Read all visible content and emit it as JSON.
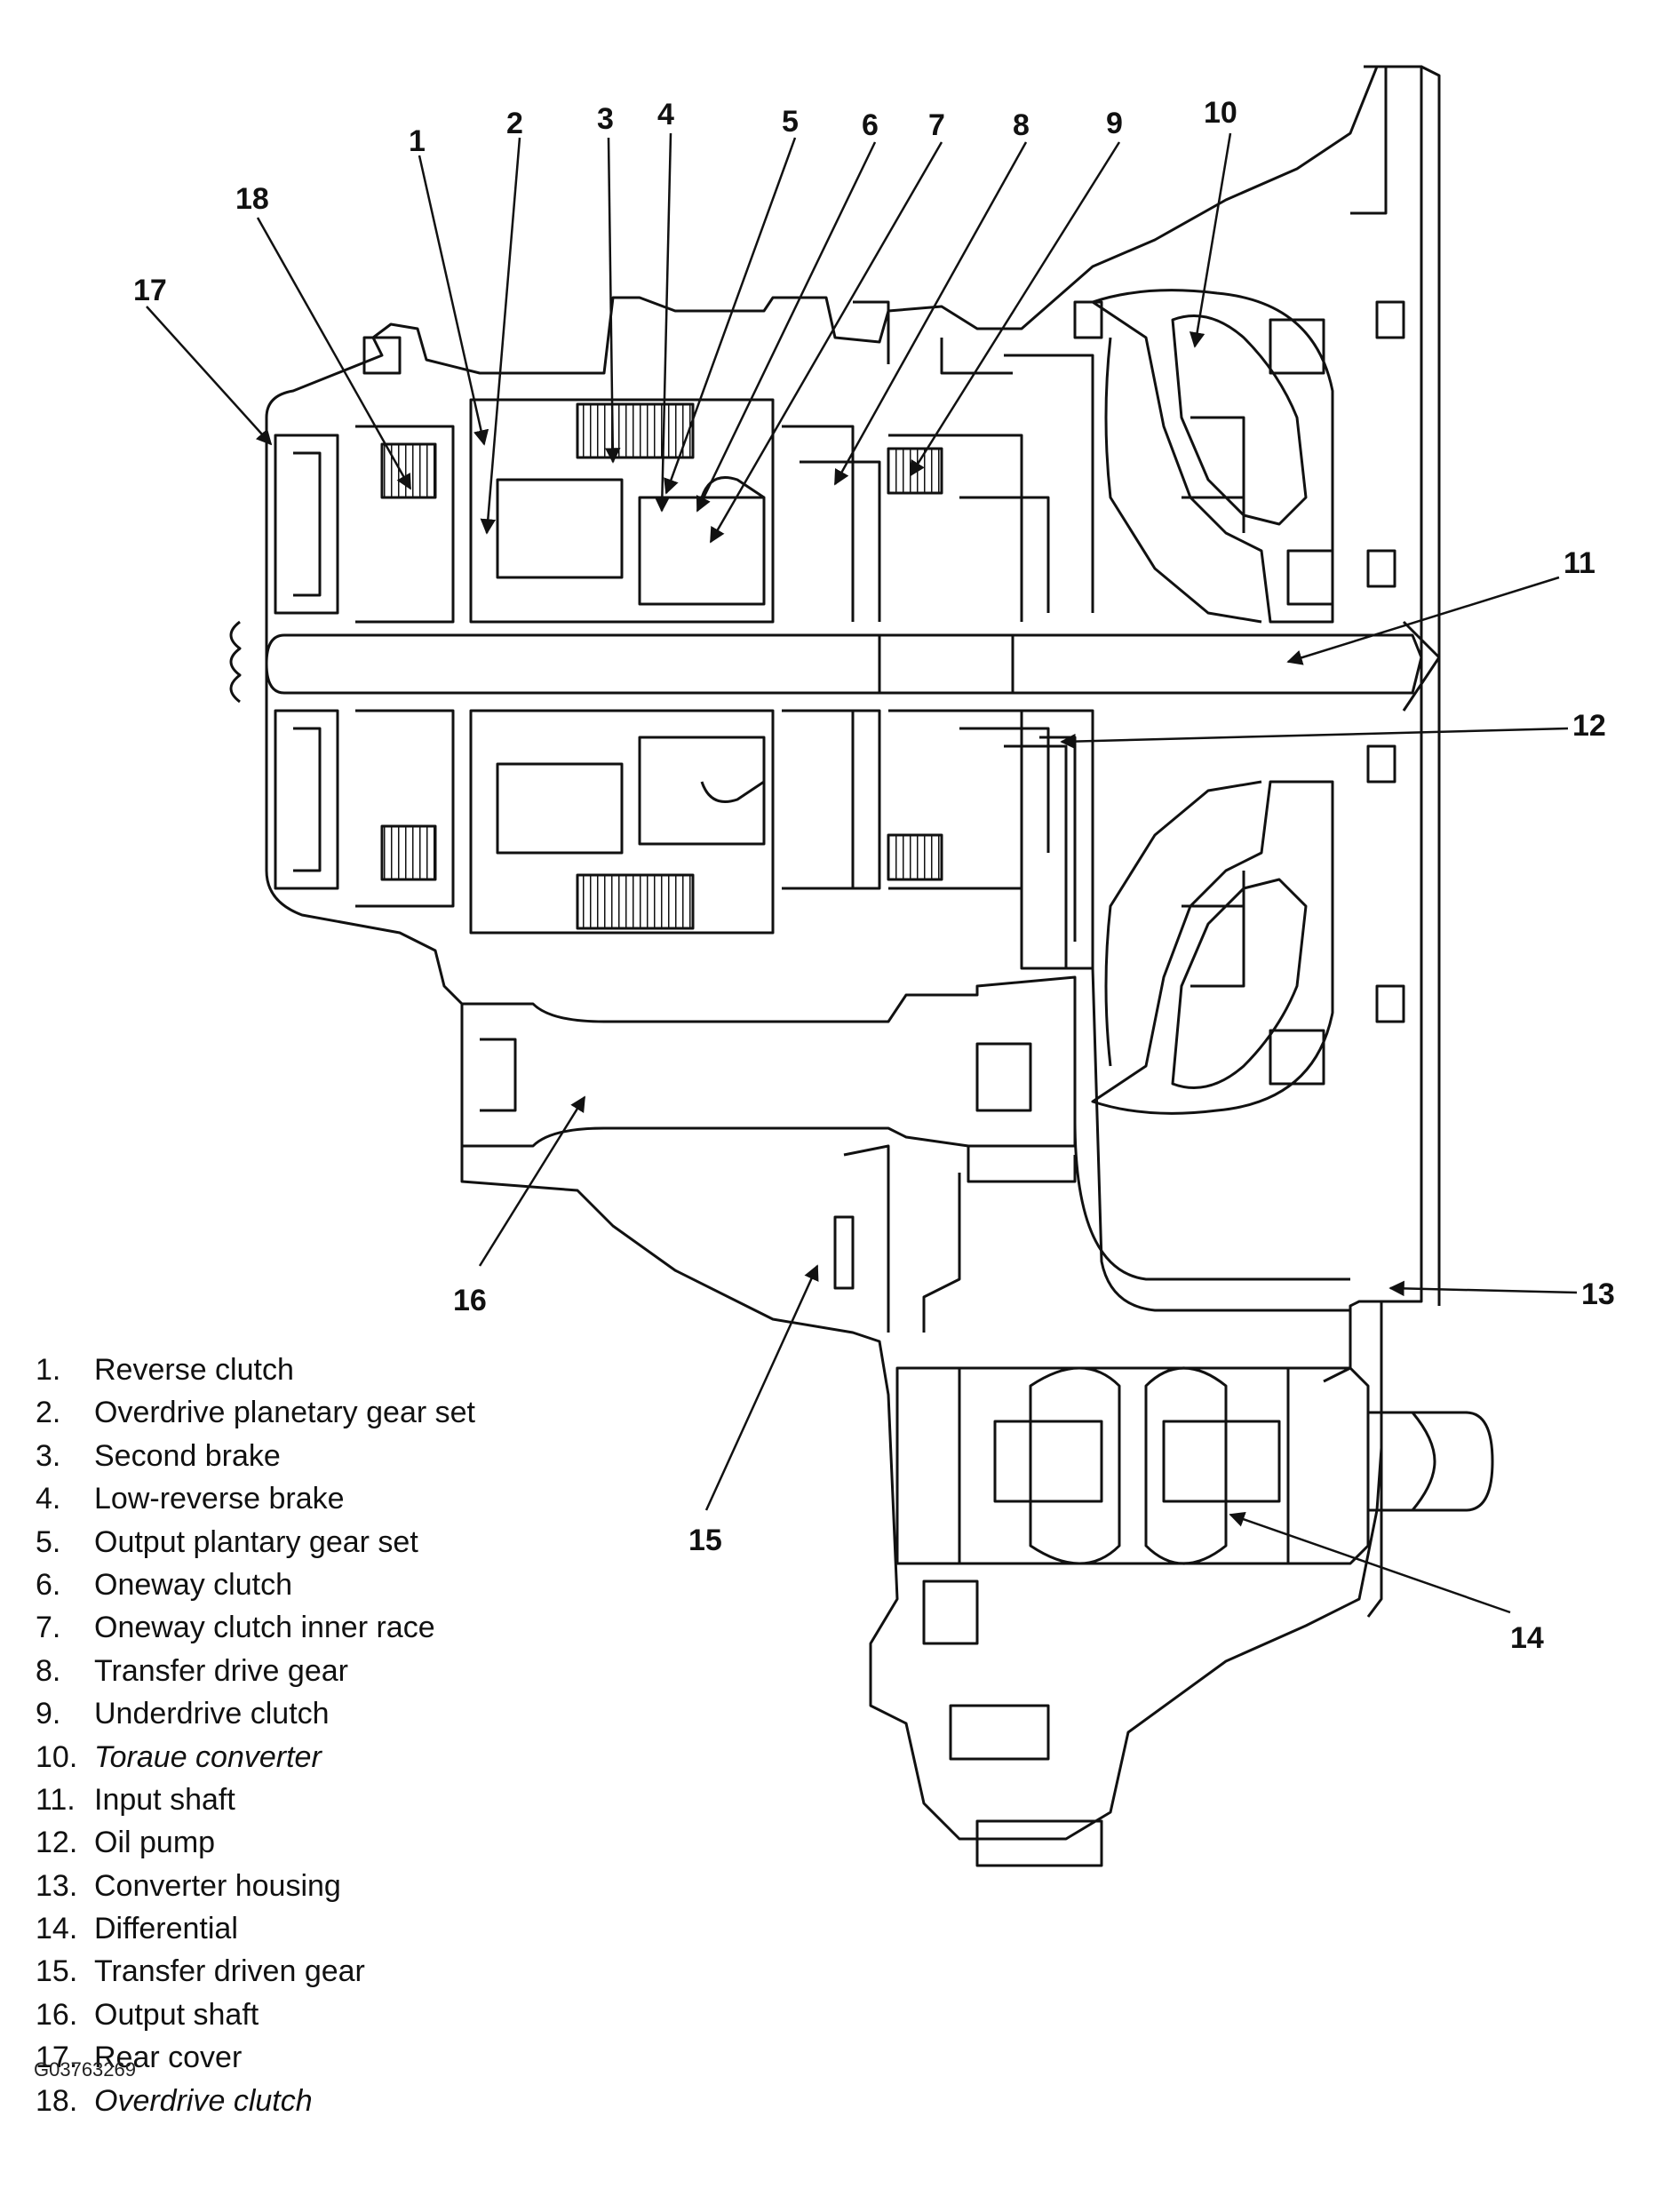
{
  "figure_id": "G03763269",
  "callouts": [
    {
      "number": "1"
    },
    {
      "number": "2"
    },
    {
      "number": "3"
    },
    {
      "number": "4"
    },
    {
      "number": "5"
    },
    {
      "number": "6"
    },
    {
      "number": "7"
    },
    {
      "number": "8"
    },
    {
      "number": "9"
    },
    {
      "number": "10"
    },
    {
      "number": "11"
    },
    {
      "number": "12"
    },
    {
      "number": "13"
    },
    {
      "number": "14"
    },
    {
      "number": "15"
    },
    {
      "number": "16"
    },
    {
      "number": "17"
    },
    {
      "number": "18"
    }
  ],
  "legend": [
    {
      "number": "1.",
      "label": "Reverse clutch"
    },
    {
      "number": "2.",
      "label": "Overdrive planetary gear set"
    },
    {
      "number": "3.",
      "label": "Second brake"
    },
    {
      "number": "4.",
      "label": "Low-reverse brake"
    },
    {
      "number": "5.",
      "label": "Output plantary gear set"
    },
    {
      "number": "6.",
      "label": "Oneway clutch"
    },
    {
      "number": "7.",
      "label": "Oneway clutch inner race"
    },
    {
      "number": "8.",
      "label": "Transfer drive gear"
    },
    {
      "number": "9.",
      "label": "Underdrive clutch"
    },
    {
      "number": "10.",
      "label": "Toraue converter"
    },
    {
      "number": "11.",
      "label": "Input shaft"
    },
    {
      "number": "12.",
      "label": "Oil pump"
    },
    {
      "number": "13.",
      "label": "Converter housing"
    },
    {
      "number": "14.",
      "label": "Differential"
    },
    {
      "number": "15.",
      "label": "Transfer driven gear"
    },
    {
      "number": "16.",
      "label": "Output shaft"
    },
    {
      "number": "17.",
      "label": "Rear cover"
    },
    {
      "number": "18.",
      "label": "Overdrive clutch"
    }
  ]
}
